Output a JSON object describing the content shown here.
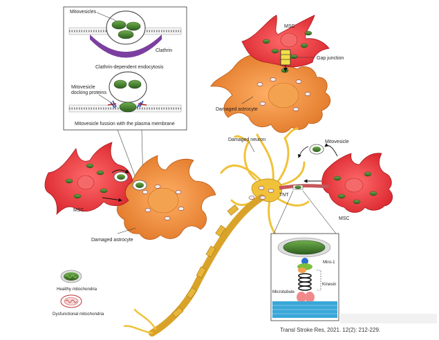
{
  "labels": {
    "mitovesicles": "Mitovesicles",
    "clathrin": "Clathrin",
    "clathrin_endocytosis": "Clathrin-dependent endocytosis",
    "docking_proteins_1": "Mitovesicle",
    "docking_proteins_2": "docking proteins",
    "fusion": "Mitovesicle fussion with the plasma membrane",
    "msc_top": "MSC",
    "gap_junction": "Gap junction",
    "damaged_astrocyte_top": "Damaged astrocyte",
    "damaged_neuron": "Damaged neuron",
    "mitovesicle_right": "Mitovesicle",
    "tnt": "TNT",
    "msc_right": "MSC",
    "msc_left": "MSC",
    "damaged_astrocyte_left": "Damaged astrocyte",
    "miro1": "Miro-1",
    "kinesin": "Kinesin",
    "microtubule": "Microtubule"
  },
  "legend": {
    "healthy": "Healthy mitochondria",
    "dysfunctional": "Dysfunctional mitochondria"
  },
  "citation": "Transl Stroke Res, 2021. 12(2): 212-229.",
  "colors": {
    "msc_red": "#e8363c",
    "astrocyte_orange": "#ee8a3c",
    "neuron_yellow": "#f0c23a",
    "axon_gold": "#d9a32a",
    "mito_green": "#3f7a2c",
    "clathrin_purple": "#7b3fa0",
    "microtubule_blue": "#39a7d8"
  }
}
